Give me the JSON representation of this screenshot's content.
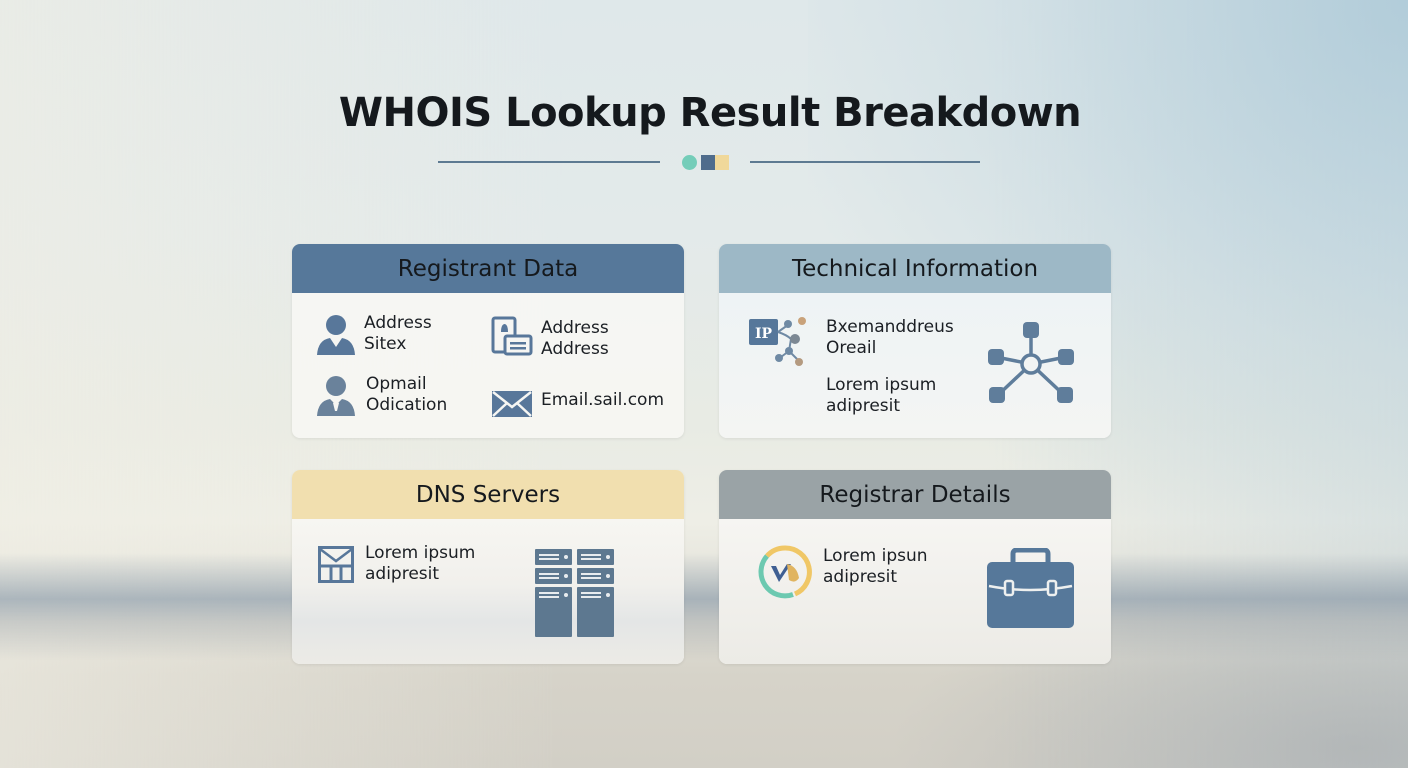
{
  "title": "WHOIS Lookup Result Breakdown",
  "colors": {
    "accent_teal": "#74cdb9",
    "accent_blue": "#4f6c8c",
    "accent_yellow": "#f0d89a",
    "icon_slate": "#58779a"
  },
  "cards": {
    "registrant": {
      "header": "Registrant Data",
      "header_color": "#56789a",
      "items": [
        {
          "icon": "person-icon",
          "line1": "Address",
          "line2": "Sitex"
        },
        {
          "icon": "id-card-icon",
          "line1": "Address",
          "line2": "Address"
        },
        {
          "icon": "person-tie-icon",
          "line1": "Opmail",
          "line2": "Odication"
        },
        {
          "icon": "envelope-icon",
          "line1": "Email.sail.com"
        }
      ]
    },
    "technical": {
      "header": "Technical Information",
      "header_color": "#9db8c6",
      "ip_label": "IP",
      "items": [
        {
          "icon": "ip-network-icon",
          "line1": "Bxemanddreus",
          "line2": "Oreail"
        },
        {
          "line1": "Lorem ipsum",
          "line2": "adipresit"
        }
      ],
      "side_icon": "network-hub-icon"
    },
    "dns": {
      "header": "DNS Servers",
      "header_color": "#f1dfaf",
      "items": [
        {
          "icon": "mail-grid-icon",
          "line1": "Lorem ipsum",
          "line2": "adipresit"
        }
      ],
      "side_icon": "server-rack-icon"
    },
    "registrar": {
      "header": "Registrar Details",
      "header_color": "#9aa3a6",
      "items": [
        {
          "icon": "registrar-logo-icon",
          "line1": "Lorem ipsun",
          "line2": "adipresit"
        }
      ],
      "side_icon": "briefcase-icon"
    }
  }
}
